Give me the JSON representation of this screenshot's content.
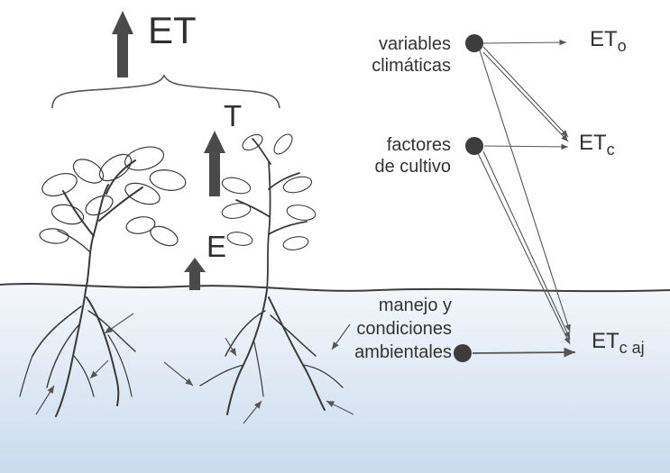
{
  "diagram": {
    "labels": {
      "et": "ET",
      "t": "T",
      "e": "E"
    },
    "factors": [
      {
        "line1": "variables",
        "line2": "climáticas"
      },
      {
        "line1": "factores",
        "line2": "de cultivo"
      },
      {
        "line1": "manejo y",
        "line2": "condiciones",
        "line3": "ambientales"
      }
    ],
    "outputs": [
      {
        "base": "ET",
        "sub": "o"
      },
      {
        "base": "ET",
        "sub": "c"
      },
      {
        "base": "ET",
        "sub": "c aj"
      }
    ],
    "colors": {
      "arrow": "#4a4a4a",
      "dot": "#3c3c3c",
      "line": "#555555",
      "soil_top": "#f3f6fb",
      "soil_bottom": "#cfdff0",
      "plant": "#3a3a3a"
    }
  }
}
